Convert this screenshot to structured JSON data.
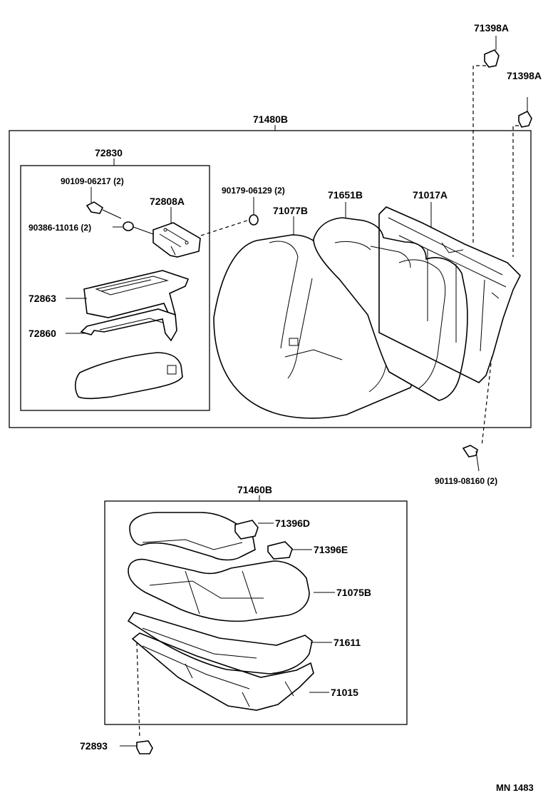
{
  "labels": {
    "p71398A_top": "71398A",
    "p71398A_right": "71398A",
    "p71480B": "71480B",
    "p72830": "72830",
    "p90109": "90109-06217 (2)",
    "p72808A": "72808A",
    "p90386": "90386-11016 (2)",
    "p72863": "72863",
    "p72860": "72860",
    "p90179": "90179-06129 (2)",
    "p71651B": "71651B",
    "p71017A": "71017A",
    "p71077B": "71077B",
    "p90119": "90119-08160 (2)",
    "p71460B": "71460B",
    "p71396D": "71396D",
    "p71396E": "71396E",
    "p71075B": "71075B",
    "p71611": "71611",
    "p71015": "71015",
    "p72893": "72893",
    "footer_code": "MN 1483"
  }
}
